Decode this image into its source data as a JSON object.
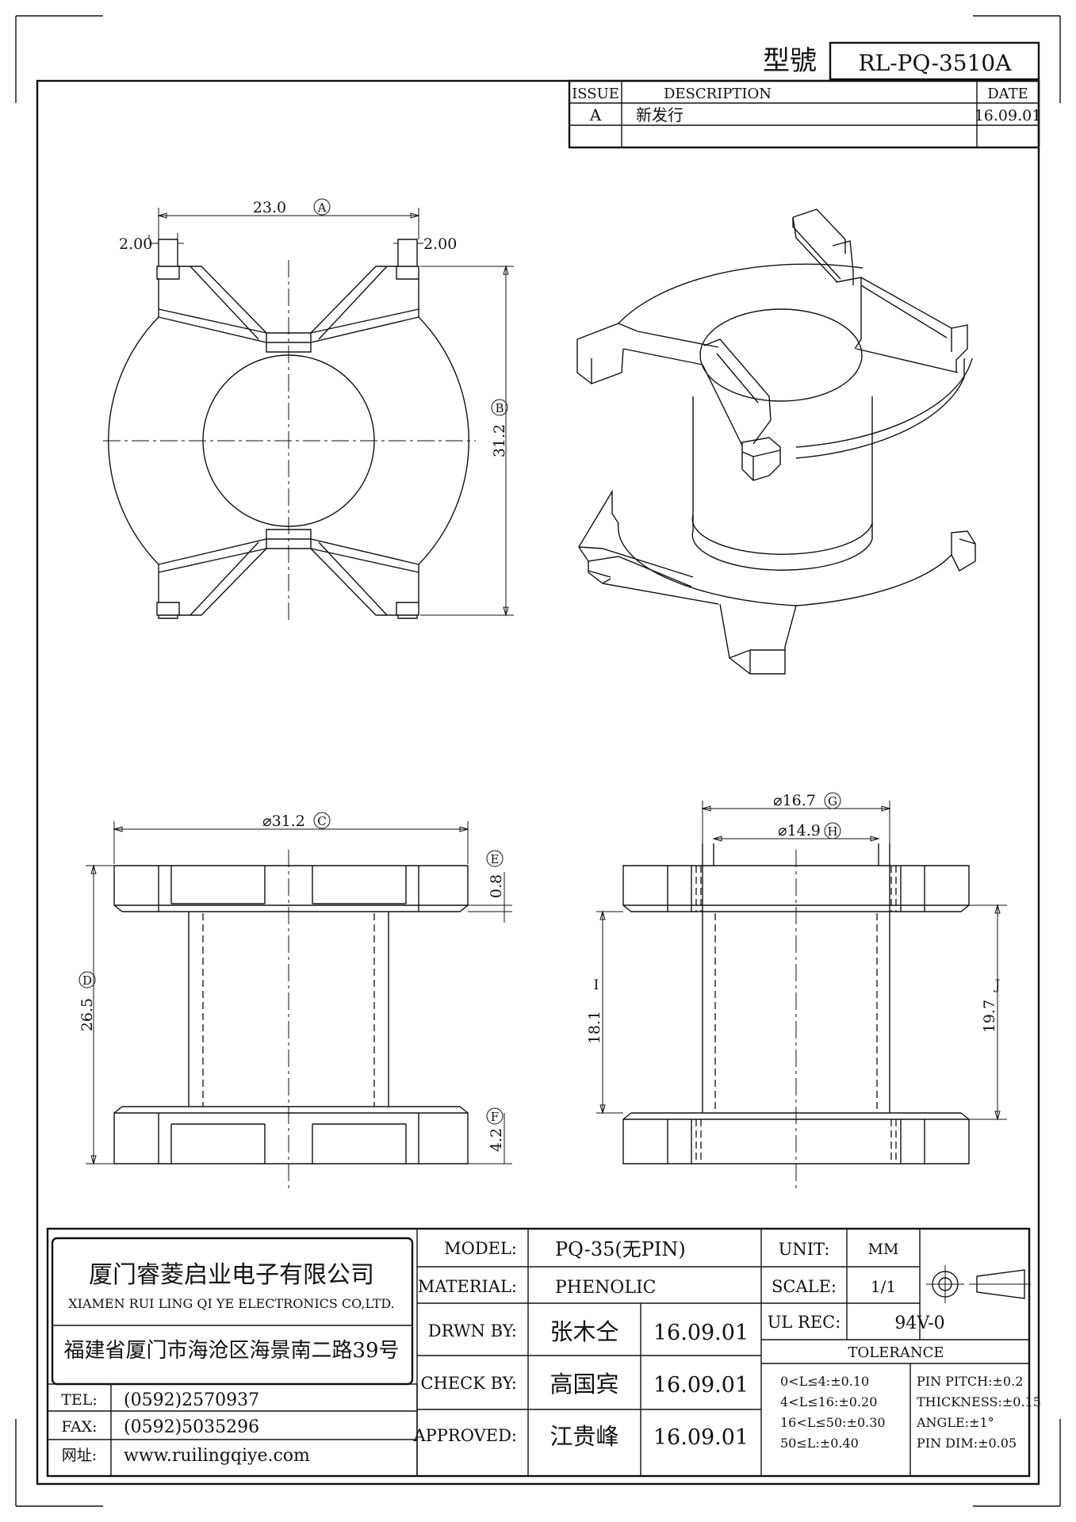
{
  "header": {
    "model_label": "型號",
    "model_value": "RL-PQ-3510A"
  },
  "revision": {
    "col_issue": "ISSUE",
    "col_description": "DESCRIPTION",
    "col_date": "DATE",
    "rows": [
      {
        "issue": "A",
        "description": "新发行",
        "date": "16.09.01"
      }
    ]
  },
  "dimensions": {
    "top_width": "23.0",
    "top_width_tag": "A",
    "left_slot": "2.00",
    "right_slot": "2.00",
    "height_b": "31.2",
    "height_b_tag": "B",
    "flange_dia": "⌀31.2",
    "flange_dia_tag": "C",
    "total_height": "26.5",
    "total_height_tag": "D",
    "flange_top": "0.8",
    "flange_top_tag": "E",
    "flange_bottom": "4.2",
    "flange_bottom_tag": "F",
    "outer_dia": "⌀16.7",
    "outer_dia_tag": "G",
    "inner_dia": "⌀14.9",
    "inner_dia_tag": "H",
    "inner_height": "18.1",
    "inner_height_tag": "I",
    "winding_height": "19.7",
    "winding_height_tag": "J"
  },
  "company": {
    "name_cn": "厦门睿菱启业电子有限公司",
    "name_en": "XIAMEN RUI LING QI YE ELECTRONICS CO,LTD.",
    "address": "福建省厦门市海沧区海景南二路39号",
    "tel_label": "TEL:",
    "tel": "(0592)2570937",
    "fax_label": "FAX:",
    "fax": "(0592)5035296",
    "web_label": "网址:",
    "web": "www.ruilingqiye.com"
  },
  "titleblock": {
    "model_label": "MODEL:",
    "model": "PQ-35(无PIN)",
    "material_label": "MATERIAL:",
    "material": "PHENOLIC",
    "drawn_label": "DRWN BY:",
    "drawn_by": "张木仝",
    "drawn_date": "16.09.01",
    "check_label": "CHECK BY:",
    "check_by": "高国宾",
    "check_date": "16.09.01",
    "approved_label": "APPROVED:",
    "approved_by": "江贵峰",
    "approved_date": "16.09.01",
    "unit_label": "UNIT:",
    "unit": "MM",
    "scale_label": "SCALE:",
    "scale": "1/1",
    "ul_label": "UL REC:",
    "ul": "94V-0",
    "tolerance_label": "TOLERANCE",
    "tol_left": [
      "0<L≤4:±0.10",
      "4<L≤16:±0.20",
      "16<L≤50:±0.30",
      "50≤L:±0.40"
    ],
    "tol_right": [
      "PIN PITCH:±0.2",
      "THICKNESS:±0.15",
      "ANGLE:±1°",
      "PIN DIM:±0.05"
    ]
  }
}
